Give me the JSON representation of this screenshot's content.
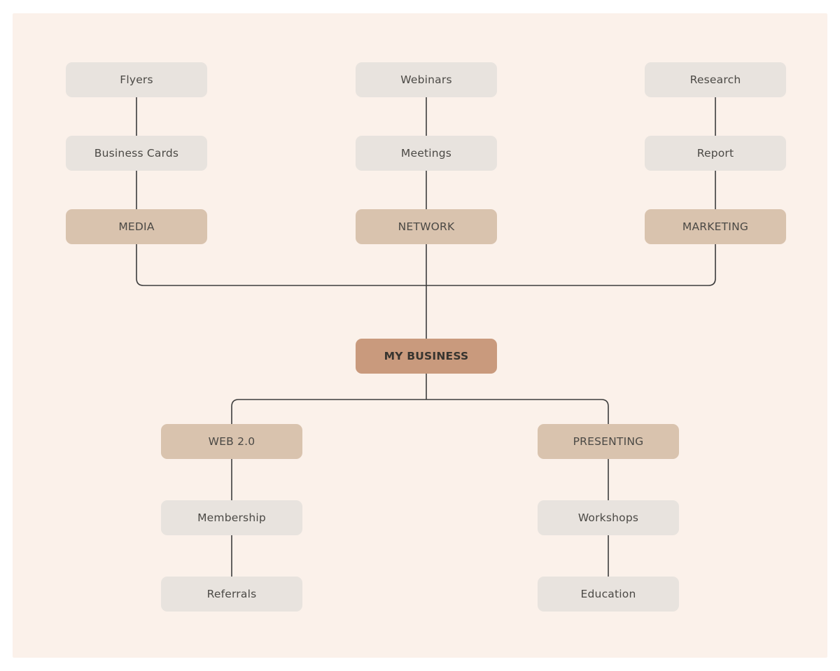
{
  "colors": {
    "bg-frame": "#ffffff",
    "bg-panel": "#fbf1ea",
    "node-default": "#e8e3de",
    "node-category": "#d9c3ae",
    "node-root": "#c99a7d",
    "line": "#3d3d3d",
    "text-default": "#4b4945",
    "text-root": "#37342f"
  },
  "diagram": {
    "nodes": {
      "flyers": {
        "label": "Flyers",
        "type": "leaf"
      },
      "business_cards": {
        "label": "Business Cards",
        "type": "leaf"
      },
      "media": {
        "label": "MEDIA",
        "type": "category"
      },
      "webinars": {
        "label": "Webinars",
        "type": "leaf"
      },
      "meetings": {
        "label": "Meetings",
        "type": "leaf"
      },
      "network": {
        "label": "NETWORK",
        "type": "category"
      },
      "research": {
        "label": "Research",
        "type": "leaf"
      },
      "report": {
        "label": "Report",
        "type": "leaf"
      },
      "marketing": {
        "label": "MARKETING",
        "type": "category"
      },
      "my_business": {
        "label": "MY BUSINESS",
        "type": "root"
      },
      "web20": {
        "label": "WEB 2.0",
        "type": "category"
      },
      "membership": {
        "label": "Membership",
        "type": "leaf"
      },
      "referrals": {
        "label": "Referrals",
        "type": "leaf"
      },
      "presenting": {
        "label": "PRESENTING",
        "type": "category"
      },
      "workshops": {
        "label": "Workshops",
        "type": "leaf"
      },
      "education": {
        "label": "Education",
        "type": "leaf"
      }
    },
    "edges": [
      {
        "from": "flyers",
        "to": "business_cards"
      },
      {
        "from": "business_cards",
        "to": "media"
      },
      {
        "from": "webinars",
        "to": "meetings"
      },
      {
        "from": "meetings",
        "to": "network"
      },
      {
        "from": "research",
        "to": "report"
      },
      {
        "from": "report",
        "to": "marketing"
      },
      {
        "from": "media",
        "to": "my_business"
      },
      {
        "from": "network",
        "to": "my_business"
      },
      {
        "from": "marketing",
        "to": "my_business"
      },
      {
        "from": "my_business",
        "to": "web20"
      },
      {
        "from": "my_business",
        "to": "presenting"
      },
      {
        "from": "web20",
        "to": "membership"
      },
      {
        "from": "membership",
        "to": "referrals"
      },
      {
        "from": "presenting",
        "to": "workshops"
      },
      {
        "from": "workshops",
        "to": "education"
      }
    ]
  }
}
